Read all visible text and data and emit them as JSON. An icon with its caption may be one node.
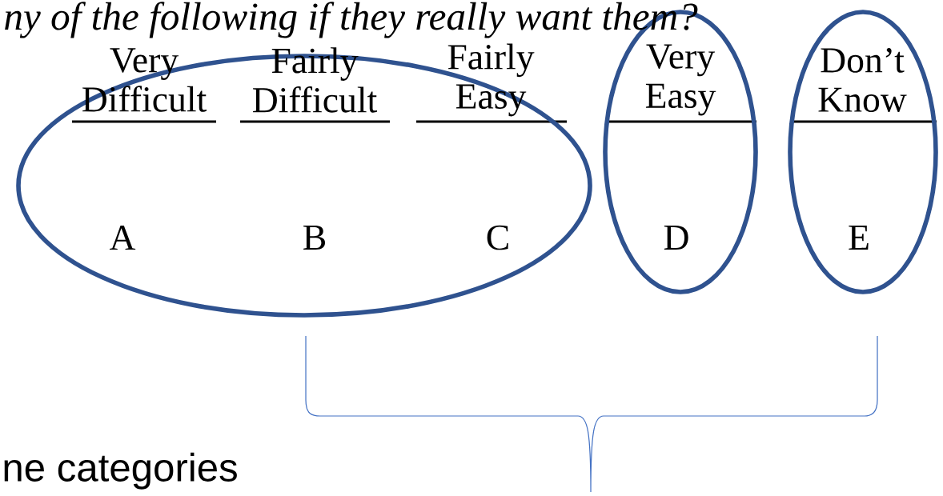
{
  "diagram": {
    "nodes": [
      {
        "text": [
          "A",
          "B",
          "C"
        ]
      },
      {
        "text": [
          "D"
        ]
      },
      {
        "text": [
          "E"
        ]
      }
    ],
    "labels": [
      "ny of the following if they really want them?",
      "Very Difficult",
      "Fairly Difficult",
      "Fairly Easy",
      "Very Easy",
      "Don’t Know",
      "ne categories"
    ]
  }
}
